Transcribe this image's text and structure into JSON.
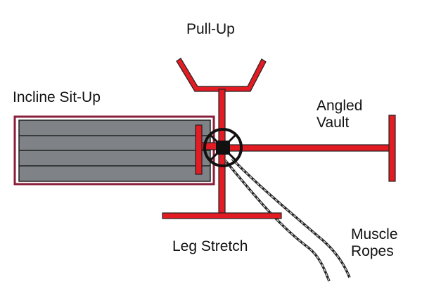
{
  "labels": {
    "pull_up": "Pull-Up",
    "incline_sit_up": "Incline Sit-Up",
    "angled_vault_line1": "Angled",
    "angled_vault_line2": "Vault",
    "leg_stretch": "Leg Stretch",
    "muscle_ropes_line1": "Muscle",
    "muscle_ropes_line2": "Ropes"
  },
  "colors": {
    "frame_red": "#e31b23",
    "outline_dark": "#222222",
    "board_gray": "#7f8286",
    "board_border": "#8a1d3a",
    "rope_gray": "#8d8d8d",
    "hub_black": "#111111"
  },
  "icons": {
    "hub": "wheel-hub-icon"
  }
}
